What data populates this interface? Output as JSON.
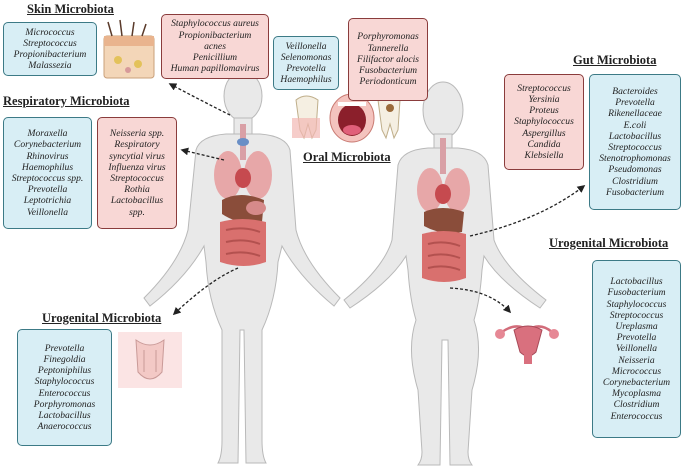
{
  "titles": {
    "skin": "Skin Microbiota",
    "respiratory": "Respiratory Microbiota",
    "oral": "Oral Microbiota",
    "gut": "Gut Microbiota",
    "uro_male": "Urogenital Microbiota",
    "uro_female": "Urogenital Microbiota"
  },
  "skin_blue": [
    "Micrococcus",
    "Streptococcus",
    "Propionibacterium",
    "Malassezia"
  ],
  "skin_pink": [
    "Staphylococcus aureus",
    "Propionibacterium",
    "acnes",
    "Penicillium",
    "Human papillomavirus"
  ],
  "oral_blue": [
    "Veillonella",
    "Selenomonas",
    "Prevotella",
    "Haemophilus"
  ],
  "oral_pink": [
    "Porphyromonas",
    "Tannerella",
    "Filifactor alocis",
    "Fusobacterium",
    "Periodonticum"
  ],
  "resp_blue": [
    "Moraxella",
    "Corynebacterium",
    "Rhinovirus",
    "Haemophilus",
    "Streptococcus spp.",
    "Prevotella",
    "Leptotrichia",
    "Veillonella"
  ],
  "resp_pink": [
    "Neisseria spp.",
    "Respiratory",
    "syncytial virus",
    "Influenza virus",
    "Streptococcus",
    "Rothia",
    "Lactobacillus",
    "spp."
  ],
  "gut_pink": [
    "Streptococcus",
    "Yersinia",
    "Proteus",
    "Staphylococcus",
    "Aspergillus",
    "Candida",
    "Klebsiella"
  ],
  "gut_blue": [
    "Bacteroides",
    "Prevotella",
    "Rikenellaceae",
    "E.coli",
    "Lactobacillus",
    "Streptococcus",
    "Stenotrophomonas",
    "Pseudomonas",
    "Clostridium",
    "Fusobacterium"
  ],
  "uro_male_blue": [
    "Prevotella",
    "Finegoldia",
    "Peptoniphilus",
    "Staphylococcus",
    "Enterococcus",
    "Porphyromonas",
    "Lactobacillus",
    "Anaerococcus"
  ],
  "uro_female_blue": [
    "Lactobacillus",
    "Fusobacterium",
    "Staphylococcus",
    "Streptococcus",
    "Ureplasma",
    "Prevotella",
    "Veillonella",
    "Neisseria",
    "Micrococcus",
    "Corynebacterium",
    "Mycoplasma",
    "Clostridium",
    "Enterococcus"
  ],
  "colors": {
    "blue_fill": "#d8eef5",
    "pink_fill": "#f8d7d5",
    "body_fill": "#e9e9e9",
    "organ_red": "#d9706e"
  }
}
